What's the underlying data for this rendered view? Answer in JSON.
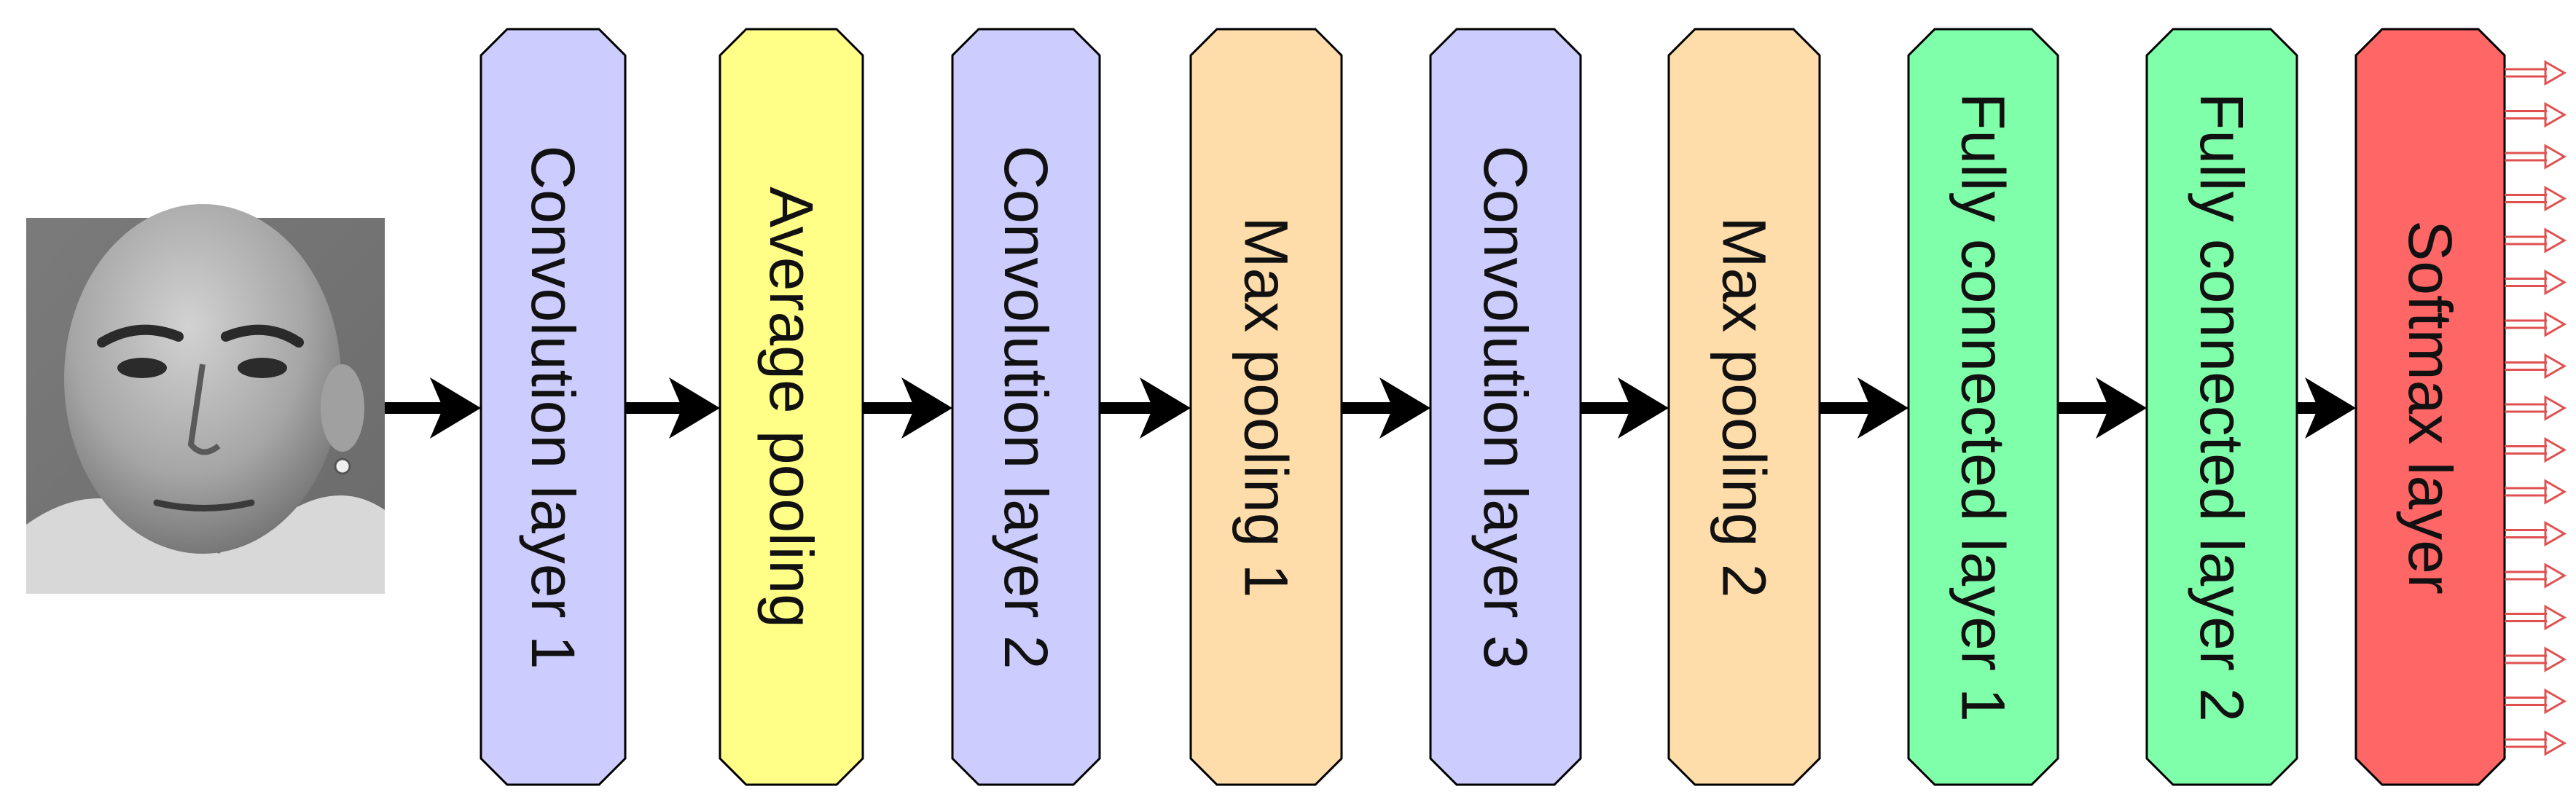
{
  "input": {
    "icon": "face-photo-icon"
  },
  "layers": [
    {
      "id": "conv1",
      "label": "Convolution layer 1",
      "color": "#CCCCFF"
    },
    {
      "id": "avgpool",
      "label": "Average pooling",
      "color": "#FFFF88"
    },
    {
      "id": "conv2",
      "label": "Convolution layer 2",
      "color": "#CCCCFF"
    },
    {
      "id": "maxpool1",
      "label": "Max pooling 1",
      "color": "#FFDDAA"
    },
    {
      "id": "conv3",
      "label": "Convolution layer 3",
      "color": "#CCCCFF"
    },
    {
      "id": "maxpool2",
      "label": "Max pooling 2",
      "color": "#FFDDAA"
    },
    {
      "id": "fc1",
      "label": "Fully connected layer 1",
      "color": "#80FFAA"
    },
    {
      "id": "fc2",
      "label": "Fully connected layer 2",
      "color": "#80FFAA"
    },
    {
      "id": "softmax",
      "label": "Softmax layer",
      "color": "#FF6666"
    }
  ],
  "colors": {
    "stroke": "#000000",
    "output_arrow": "#E05050"
  },
  "output": {
    "icon": "output-arrows-icon",
    "arrow_count": 17
  }
}
